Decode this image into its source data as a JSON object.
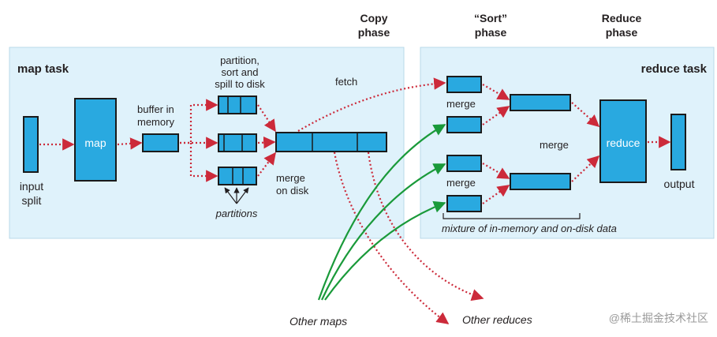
{
  "phases": {
    "copy": [
      "Copy",
      "phase"
    ],
    "sort": [
      "“Sort”",
      "phase"
    ],
    "reduce": [
      "Reduce",
      "phase"
    ]
  },
  "map_task": {
    "title": "map task",
    "input_split": [
      "input",
      "split"
    ],
    "map": "map",
    "buffer": [
      "buffer in",
      "memory"
    ],
    "partition_note": [
      "partition,",
      "sort and",
      "spill to disk"
    ],
    "partitions": "partitions",
    "merge_on_disk": [
      "merge",
      "on disk"
    ]
  },
  "fetch": "fetch",
  "reduce_task": {
    "title": "reduce task",
    "merge_top": "merge",
    "merge_mid": "merge",
    "merge_bottom": "merge",
    "reduce": "reduce",
    "output": "output",
    "mixture": "mixture of in-memory and on-disk data"
  },
  "other_maps": "Other maps",
  "other_reduces": "Other reduces",
  "watermark": "@稀土掘金技术社区",
  "colors": {
    "panel": "#dff2fb",
    "box": "#29a9e0",
    "stroke": "#1a1a1a",
    "red_arrow": "#cc2a3a",
    "green_arrow": "#1a9a3a"
  }
}
